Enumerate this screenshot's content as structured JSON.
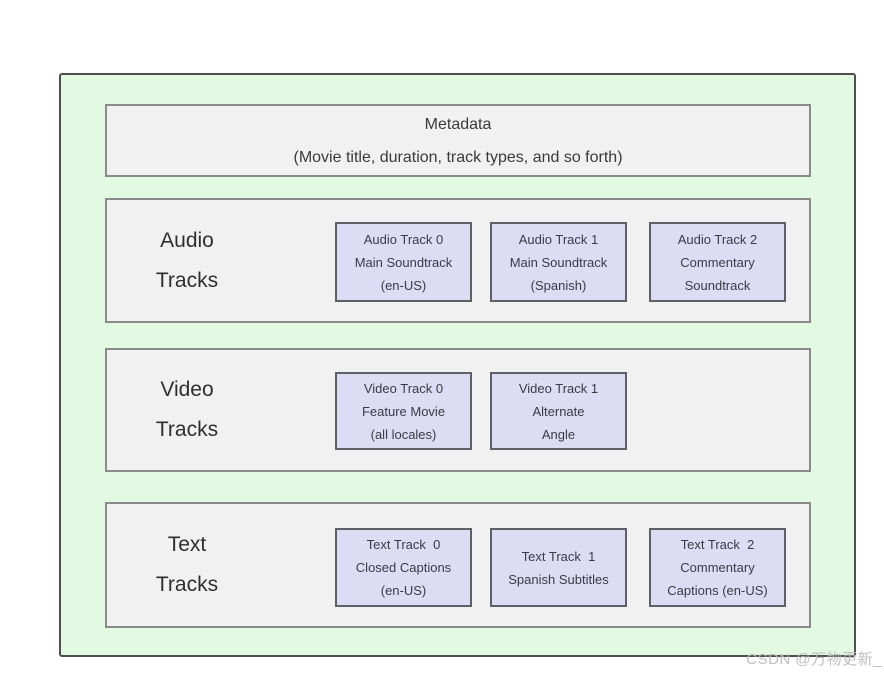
{
  "colors": {
    "outer_fill": "#e2fae2",
    "outer_border": "#4e4e4e",
    "section_fill": "#f1f1f1",
    "section_border": "#8a8a8a",
    "track_fill": "#dcdcf4",
    "track_border": "#5f5f68",
    "label_text": "#2f2f2f",
    "track_text": "#3b3b46",
    "watermark_text": "#b9bcb9"
  },
  "metadata": {
    "title": "Metadata",
    "subtitle": "(Movie title, duration, track types, and so forth)"
  },
  "sections": {
    "audio": {
      "label_line1": "Audio",
      "label_line2": "Tracks",
      "tracks": [
        {
          "lines": [
            "Audio Track 0",
            "Main Soundtrack",
            "(en-US)"
          ]
        },
        {
          "lines": [
            "Audio Track 1",
            "Main Soundtrack",
            "(Spanish)"
          ]
        },
        {
          "lines": [
            "Audio Track 2",
            "Commentary",
            "Soundtrack"
          ]
        }
      ]
    },
    "video": {
      "label_line1": "Video",
      "label_line2": "Tracks",
      "tracks": [
        {
          "lines": [
            "Video Track 0",
            "Feature Movie",
            "(all locales)"
          ]
        },
        {
          "lines": [
            "Video Track 1",
            "Alternate",
            "Angle"
          ]
        }
      ]
    },
    "text": {
      "label_line1": "Text",
      "label_line2": "Tracks",
      "tracks": [
        {
          "lines": [
            "Text Track  0",
            "Closed Captions",
            "(en-US)"
          ]
        },
        {
          "lines": [
            "Text Track  1",
            "Spanish Subtitles"
          ]
        },
        {
          "lines": [
            "Text Track  2",
            "Commentary",
            "Captions (en-US)"
          ]
        }
      ]
    }
  },
  "watermark": "CSDN @万物更新_"
}
